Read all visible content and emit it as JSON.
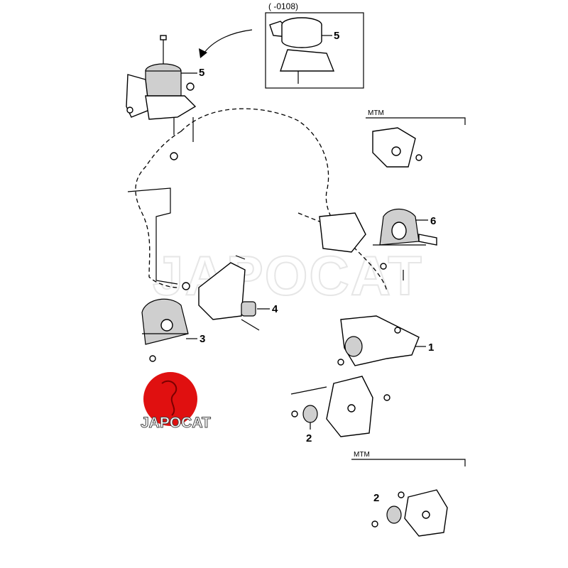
{
  "diagram": {
    "inset_caption": "(       -0108)",
    "callouts": {
      "inset_part": "5",
      "front_mount": "5",
      "rear_mount_right": "6",
      "bracket_bushing": "4",
      "left_mount": "3",
      "rear_bracket_mount": "1",
      "lower_bushing": "2",
      "mtm_bushing": "2"
    },
    "variant_labels": {
      "mtm_top": "MTM",
      "mtm_bottom": "MTM"
    },
    "watermark": "JAPOCAT",
    "logo": {
      "text": "JAPOCAT",
      "color": "#e01010"
    }
  }
}
